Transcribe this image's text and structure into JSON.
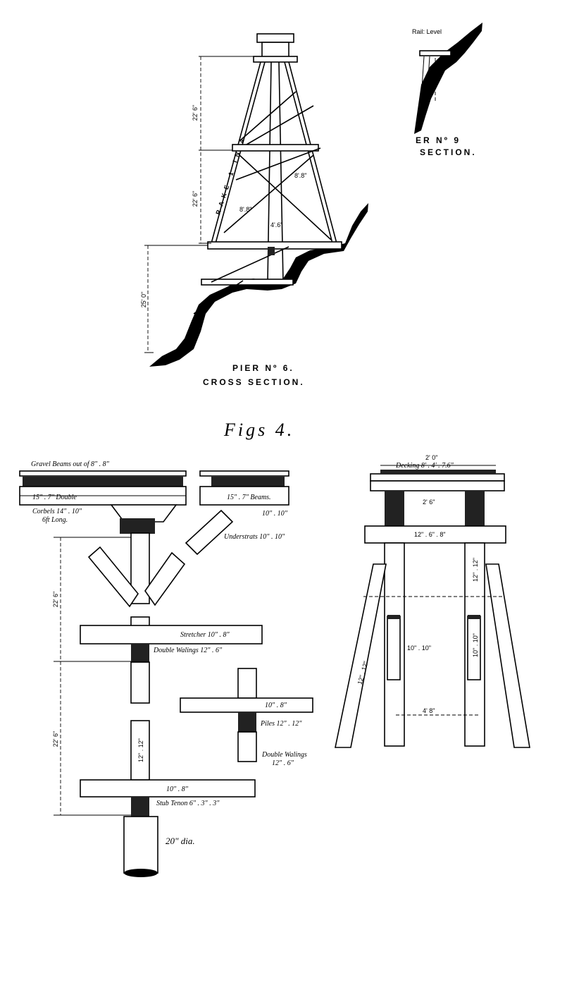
{
  "top_right": {
    "rail_level": "Rail: Level",
    "pier_line1": "ER Nº 9",
    "pier_line2": "SECTION."
  },
  "pier6": {
    "caption_line1": "PIER Nº 6.",
    "caption_line2": "CROSS SECTION.",
    "rake": "RAKE 1 IN 4",
    "dim_upper": "22' 6\"",
    "dim_middle": "22' 6\"",
    "dim_lower": "25' 0\"",
    "dim_w1": "8'.8\"",
    "dim_w2": "8'.8\"",
    "dim_w3": "4'.6\""
  },
  "figure_title": "Figs 4.",
  "left_detail": {
    "gravel_beams": "Gravel Beams out of 8\" . 8\"",
    "double_beam": "15\" . 7\" Double",
    "corbels_line1": "Corbels 14\" . 10\"",
    "corbels_line2": "6ft Long.",
    "beams": "15\" . 7\" Beams.",
    "beam_size": "10\" . 10\"",
    "understrats": "Understrats 10\" . 10\"",
    "stretcher": "Stretcher 10\" . 8\"",
    "double_walings": "Double Walings 12\" . 6\"",
    "dim_upper": "22' 6\"",
    "dim_lower": "22' 6\"",
    "pile_size": "12\" . 12\"",
    "lower_stretcher": "10\" . 8\"",
    "stub_tenon": "Stub Tenon 6\" . 3\" . 3\"",
    "dia": "20\" dia."
  },
  "mid_detail": {
    "stretcher": "10\" . 8\"",
    "piles": "Piles 12\" . 12\"",
    "walings_line1": "Double Walings",
    "walings_line2": "12\" . 6\""
  },
  "right_detail": {
    "top_dim": "2' 0\"",
    "decking": "Decking 8' . 4' . 7.6\"",
    "gap": "2' 6\"",
    "cap": "12\" . 6\" . 8\"",
    "pile_left": "12\" . 12\"",
    "pile_right": "12\" . 12\"",
    "walings_left": "10\" . 10\"",
    "walings_right": "10\" . 10\"",
    "spacing": "4' 8\""
  }
}
